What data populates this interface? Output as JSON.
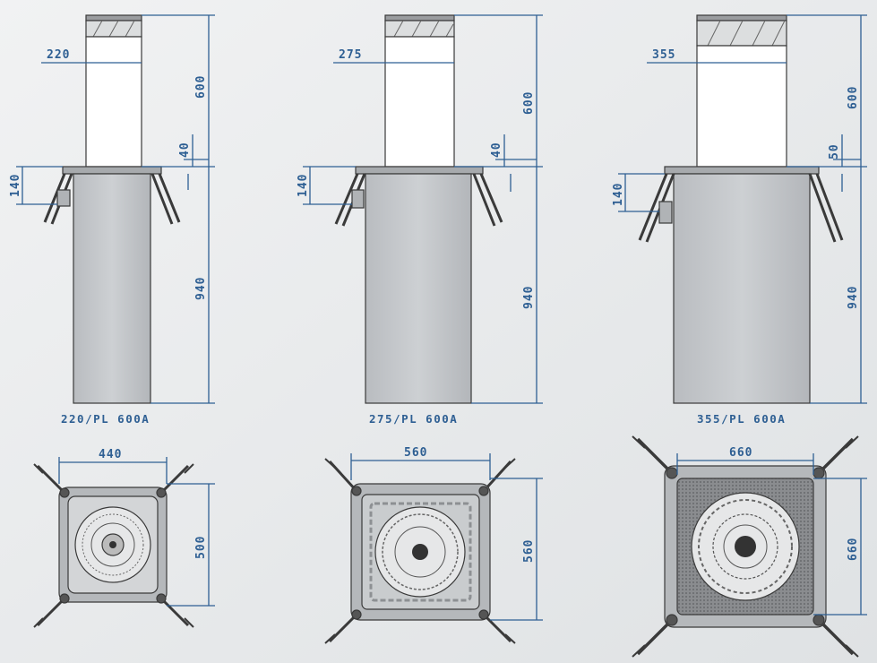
{
  "models": [
    {
      "caption": "220/PL 600A",
      "diameter": "220",
      "height_above": "600",
      "cap_offset": "40",
      "flange_depth": "140",
      "body_depth": "940",
      "plan_width": "440",
      "plan_depth": "500"
    },
    {
      "caption": "275/PL 600A",
      "diameter": "275",
      "height_above": "600",
      "cap_offset": "40",
      "flange_depth": "140",
      "body_depth": "940",
      "plan_width": "560",
      "plan_depth": "560"
    },
    {
      "caption": "355/PL 600A",
      "diameter": "355",
      "height_above": "600",
      "cap_offset": "50",
      "flange_depth": "140",
      "body_depth": "940",
      "plan_width": "660",
      "plan_depth": "660"
    }
  ],
  "colors": {
    "dimension": "#2e5f93",
    "background": "#e9ebec",
    "body": "#c4c7ca",
    "outline": "#3a3a3a"
  }
}
